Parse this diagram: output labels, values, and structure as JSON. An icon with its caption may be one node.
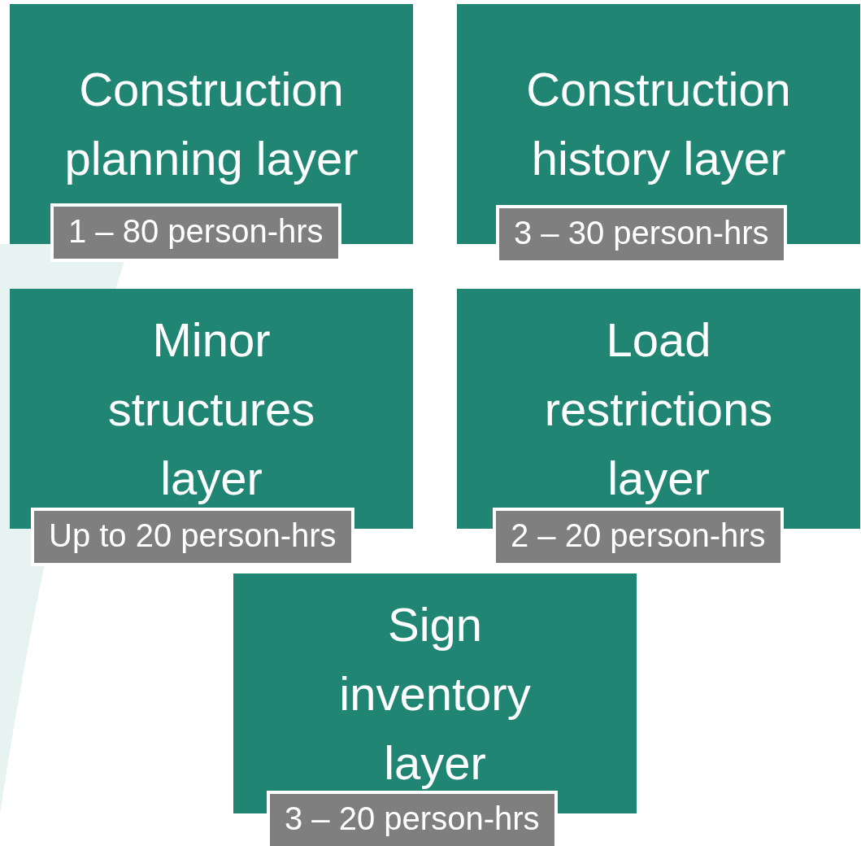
{
  "diagram": {
    "nodes": [
      {
        "text": [
          "Construction planning layer",
          "1 – 80 person-hrs"
        ]
      },
      {
        "text": [
          "Construction history layer",
          "3 – 30 person-hrs"
        ]
      },
      {
        "text": [
          "Minor structures layer",
          "Up to 20 person-hrs"
        ]
      },
      {
        "text": [
          "Load restrictions layer",
          "2 – 20 person-hrs"
        ]
      },
      {
        "text": [
          "Sign inventory layer",
          "3 – 20 person-hrs"
        ]
      }
    ]
  }
}
